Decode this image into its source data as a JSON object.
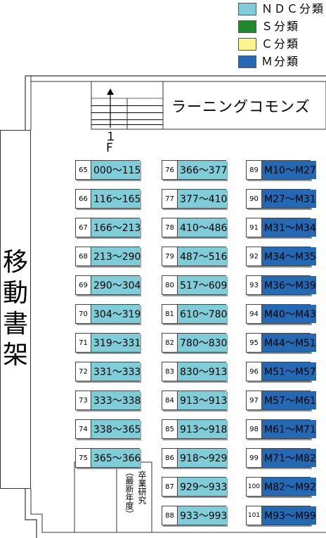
{
  "legend": [
    {
      "label": "ＮＤＣ分類",
      "color": "#7fcdd9"
    },
    {
      "label": "Ｓ分類",
      "color": "#1f8a2a"
    },
    {
      "label": "Ｃ分類",
      "color": "#fbf58c"
    },
    {
      "label": "Ｍ分類",
      "color": "#2469b3"
    }
  ],
  "map": {
    "room_label": "ラーニングコモンズ",
    "floor_label_1": "１",
    "floor_label_2": "F",
    "mobile_shelf_label": [
      "移",
      "動",
      "書",
      "架"
    ],
    "thesis_label": "卒業研究",
    "thesis_sub_label": "（最新年度）"
  },
  "shelves": {
    "column1": [
      {
        "num": "65",
        "range": "000～115",
        "type": "NDC"
      },
      {
        "num": "66",
        "range": "116～165",
        "type": "NDC"
      },
      {
        "num": "67",
        "range": "166～213",
        "type": "NDC"
      },
      {
        "num": "68",
        "range": "213～290",
        "type": "NDC"
      },
      {
        "num": "69",
        "range": "290～304",
        "type": "NDC"
      },
      {
        "num": "70",
        "range": "304～319",
        "type": "NDC"
      },
      {
        "num": "71",
        "range": "319～331",
        "type": "NDC"
      },
      {
        "num": "72",
        "range": "331～333",
        "type": "NDC"
      },
      {
        "num": "73",
        "range": "333～338",
        "type": "NDC"
      },
      {
        "num": "74",
        "range": "338～365",
        "type": "NDC"
      },
      {
        "num": "75",
        "range": "365～366",
        "type": "NDC"
      }
    ],
    "column2": [
      {
        "num": "76",
        "range": "366～377",
        "type": "NDC"
      },
      {
        "num": "77",
        "range": "377～410",
        "type": "NDC"
      },
      {
        "num": "78",
        "range": "410～486",
        "type": "NDC"
      },
      {
        "num": "79",
        "range": "487～516",
        "type": "NDC"
      },
      {
        "num": "80",
        "range": "517～609",
        "type": "NDC"
      },
      {
        "num": "81",
        "range": "610～780",
        "type": "NDC"
      },
      {
        "num": "82",
        "range": "780～830",
        "type": "NDC"
      },
      {
        "num": "83",
        "range": "830～913",
        "type": "NDC"
      },
      {
        "num": "84",
        "range": "913～913",
        "type": "NDC"
      },
      {
        "num": "85",
        "range": "913～918",
        "type": "NDC"
      },
      {
        "num": "86",
        "range": "918～929",
        "type": "NDC"
      },
      {
        "num": "87",
        "range": "929～933",
        "type": "NDC"
      },
      {
        "num": "88",
        "range": "933～993",
        "type": "NDC"
      }
    ],
    "column3": [
      {
        "num": "89",
        "range": "M10～M27",
        "type": "M"
      },
      {
        "num": "90",
        "range": "M27～M31",
        "type": "M"
      },
      {
        "num": "91",
        "range": "M31～M34",
        "type": "M"
      },
      {
        "num": "92",
        "range": "M34～M35",
        "type": "M"
      },
      {
        "num": "93",
        "range": "M36～M39",
        "type": "M"
      },
      {
        "num": "94",
        "range": "M40～M43",
        "type": "M"
      },
      {
        "num": "95",
        "range": "M44～M51",
        "type": "M"
      },
      {
        "num": "96",
        "range": "M51～M57",
        "type": "M"
      },
      {
        "num": "97",
        "range": "M57～M61",
        "type": "M"
      },
      {
        "num": "98",
        "range": "M61～M71",
        "type": "M"
      },
      {
        "num": "99",
        "range": "M71～M82",
        "type": "M"
      },
      {
        "num": "100",
        "range": "M82～M92",
        "type": "M"
      },
      {
        "num": "101",
        "range": "M93～M99",
        "type": "M"
      }
    ]
  }
}
